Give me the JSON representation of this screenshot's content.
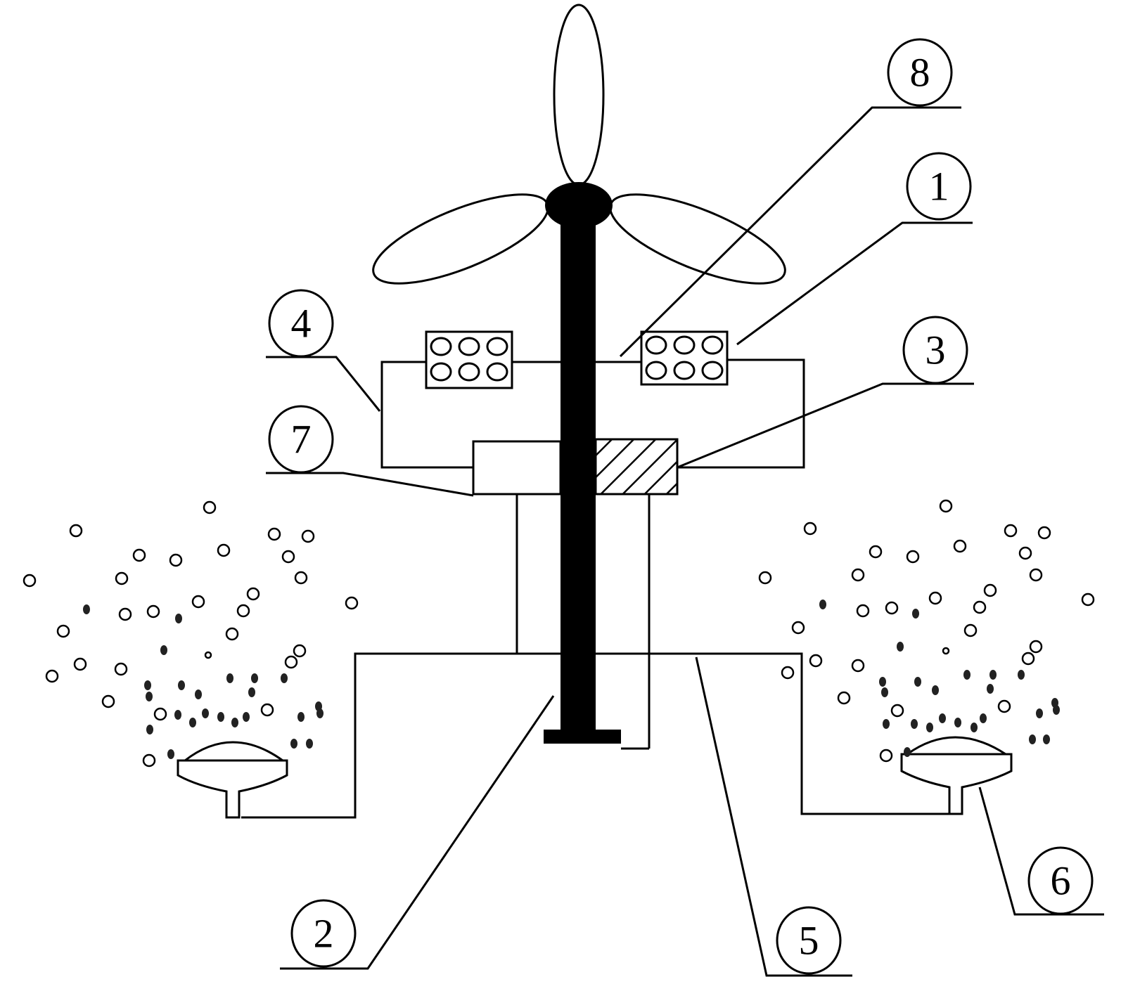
{
  "diagram": {
    "labels": [
      "1",
      "2",
      "3",
      "4",
      "5",
      "6",
      "7",
      "8"
    ],
    "colors": {
      "ink": "#000000",
      "background": "#ffffff"
    }
  }
}
